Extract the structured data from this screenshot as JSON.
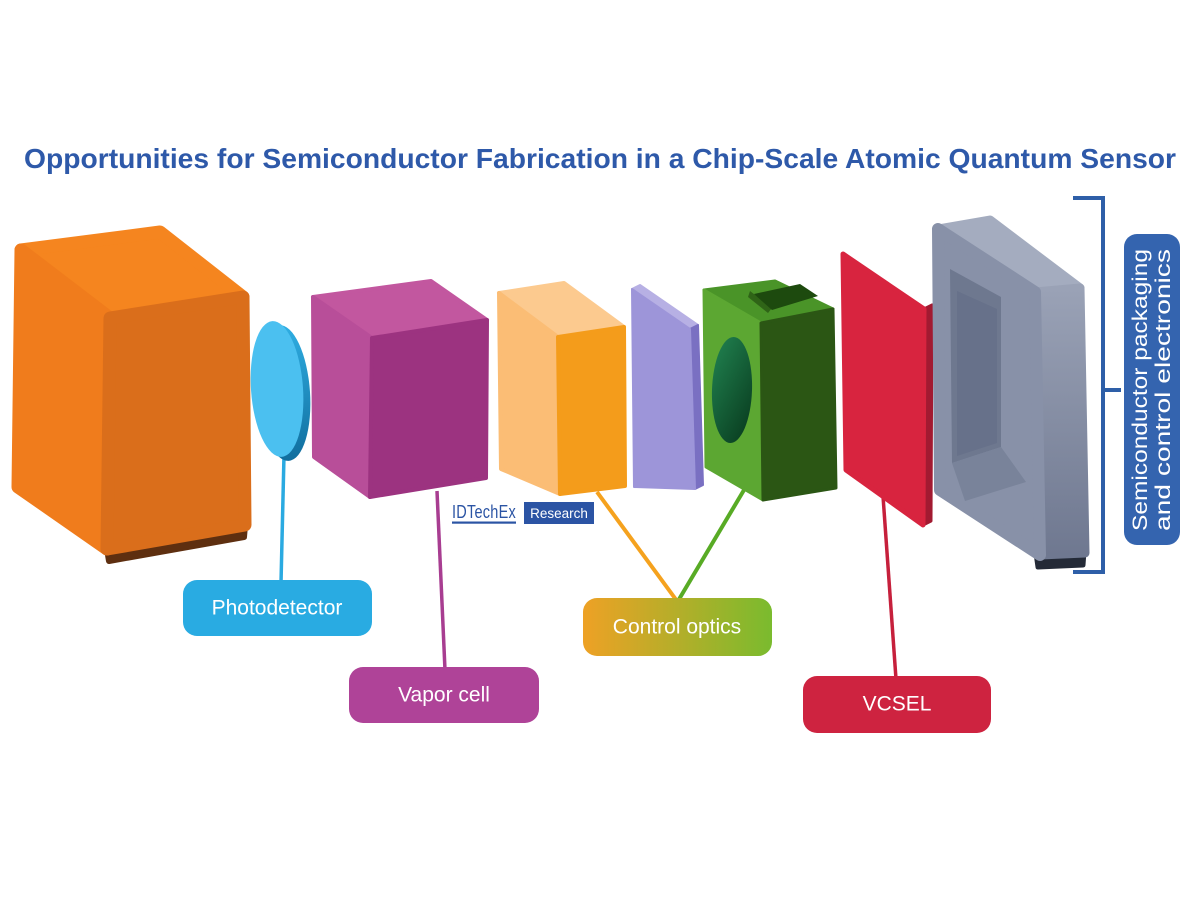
{
  "title": {
    "text": "Opportunities for Semiconductor Fabrication in a Chip-Scale Atomic Quantum Sensor",
    "color": "#2E59A9"
  },
  "logo": {
    "brand": "IDTechEx",
    "division": "Research",
    "blue": "#2B54A4"
  },
  "callouts": {
    "photodetector": {
      "label": "Photodetector",
      "bg": "#29ABE2",
      "line": "#2AAAE1"
    },
    "vapor_cell": {
      "label": "Vapor cell",
      "bg": "#AF4398",
      "line": "#A83D91"
    },
    "control_optics": {
      "label": "Control optics",
      "bg_left": "#EEA125",
      "bg_right": "#7ABB2E",
      "line_left": "#F5A21E",
      "line_right": "#58AB25"
    },
    "vcsel": {
      "label": "VCSEL",
      "bg": "#CE2340",
      "line": "#C6203C"
    }
  },
  "packaging": {
    "line1": "Semiconductor packaging",
    "line2": "and control electronics",
    "bg": "#3464AF",
    "bracket": "#2E5FA8"
  },
  "components": {
    "detector_block": {
      "top": "#F5851F",
      "left": "#F07C1C",
      "front": "#DA6E1B",
      "base": "#5E2F10"
    },
    "photodiode_disc": {
      "face": "#4BC0F0",
      "rim_top": "#2FAEE3",
      "rim_bottom": "#116E9E"
    },
    "vapor_cell_cube": {
      "top": "#C2579F",
      "left": "#B84E99",
      "front": "#9C3380"
    },
    "optics_slab": {
      "top": "#FCCA8F",
      "front": "#FBBD75",
      "side": "#F49C1B"
    },
    "optics_panel": {
      "top": "#B7B0E4",
      "front": "#9D95D9",
      "side": "#7A70C2"
    },
    "optics_block": {
      "top": "#4A9428",
      "front": "#5CA732",
      "side": "#2B5614",
      "notch": "#1D4A0E",
      "notch_wall": "#2F6417",
      "hole_light": "#218351",
      "hole_dark": "#0A3F21"
    },
    "vcsel_panel": {
      "front": "#D8243F",
      "side": "#A21A31"
    },
    "package_frame": {
      "top": "#A4ACBF",
      "front": "#8891A8",
      "side_top": "#9AA2B6",
      "side_bottom": "#6F7890",
      "recess": "#6E788F",
      "recess_core": "#67718A",
      "recess_floor": "#79839A",
      "base": "#242A37"
    }
  }
}
